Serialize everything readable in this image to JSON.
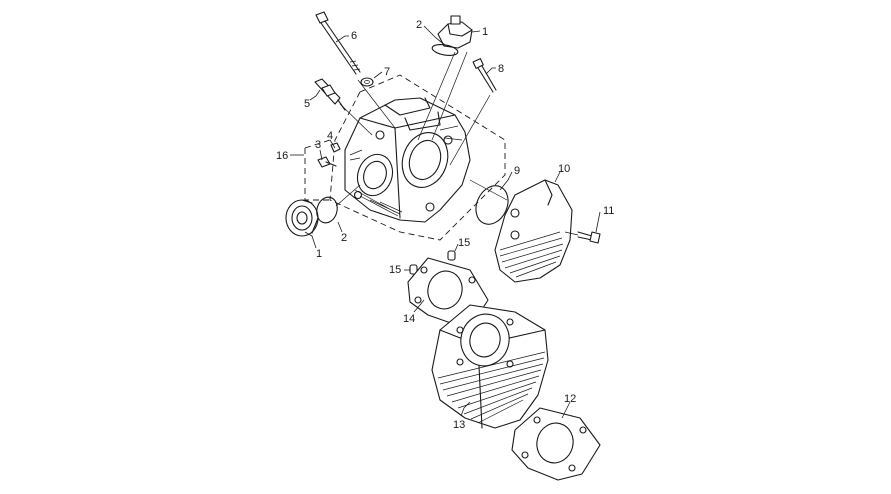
{
  "diagram": {
    "callouts": [
      {
        "id": "c1a",
        "label": "1"
      },
      {
        "id": "c2a",
        "label": "2"
      },
      {
        "id": "c6",
        "label": "6"
      },
      {
        "id": "c7",
        "label": "7"
      },
      {
        "id": "c8",
        "label": "8"
      },
      {
        "id": "c5",
        "label": "5"
      },
      {
        "id": "c4",
        "label": "4"
      },
      {
        "id": "c3",
        "label": "3"
      },
      {
        "id": "c16",
        "label": "16"
      },
      {
        "id": "c9",
        "label": "9"
      },
      {
        "id": "c10",
        "label": "10"
      },
      {
        "id": "c11",
        "label": "11"
      },
      {
        "id": "c1b",
        "label": "1"
      },
      {
        "id": "c2b",
        "label": "2"
      },
      {
        "id": "c15a",
        "label": "15"
      },
      {
        "id": "c15b",
        "label": "15"
      },
      {
        "id": "c14",
        "label": "14"
      },
      {
        "id": "c12",
        "label": "12"
      },
      {
        "id": "c13",
        "label": "13"
      }
    ]
  }
}
